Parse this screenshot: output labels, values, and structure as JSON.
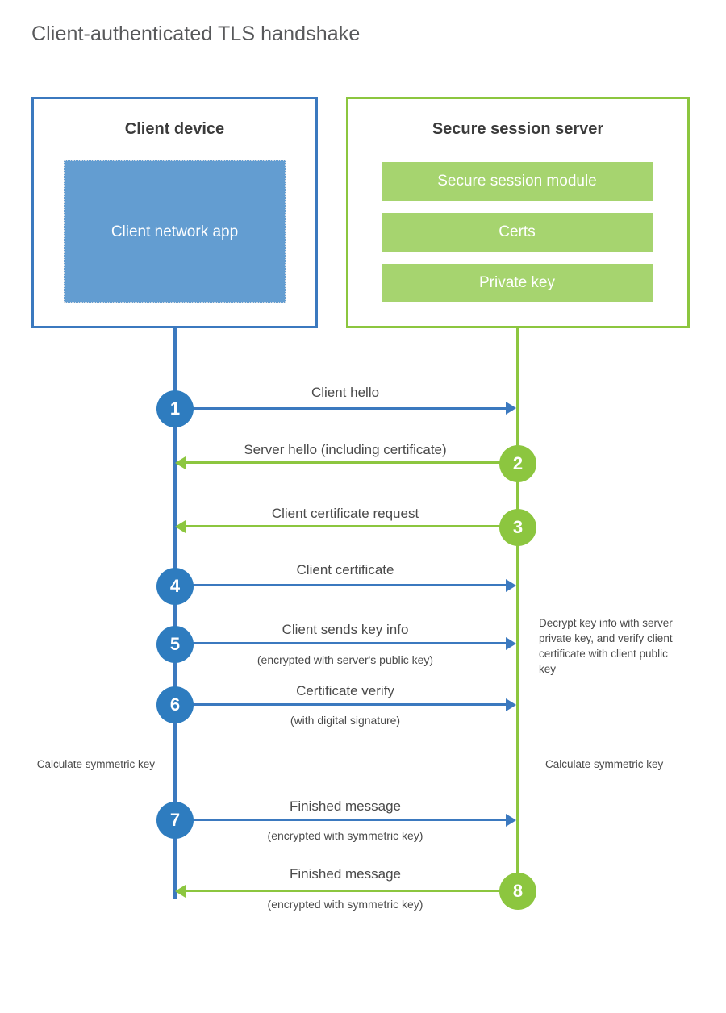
{
  "title": "Client-authenticated TLS handshake",
  "colors": {
    "client_blue": "#3b79bf",
    "client_badge_blue": "#2e7cbf",
    "client_app_fill": "#639dd1",
    "server_green": "#8cc63f",
    "server_bar_fill": "#a6d46f",
    "text": "#4a4a4a",
    "title_text": "#58595b"
  },
  "actors": {
    "client": {
      "title": "Client device",
      "app_label": "Client network app"
    },
    "server": {
      "title": "Secure session server",
      "components": [
        "Secure session module",
        "Certs",
        "Private key"
      ]
    }
  },
  "messages": [
    {
      "step": "1",
      "label": "Client hello",
      "sublabel": "",
      "direction": "client-to-server",
      "color": "blue"
    },
    {
      "step": "2",
      "label": "Server hello (including certificate)",
      "sublabel": "",
      "direction": "server-to-client",
      "color": "green"
    },
    {
      "step": "3",
      "label": "Client certificate request",
      "sublabel": "",
      "direction": "server-to-client",
      "color": "green"
    },
    {
      "step": "4",
      "label": "Client certificate",
      "sublabel": "",
      "direction": "client-to-server",
      "color": "blue"
    },
    {
      "step": "5",
      "label": "Client sends key info",
      "sublabel": "(encrypted with server's public key)",
      "direction": "client-to-server",
      "color": "blue"
    },
    {
      "step": "6",
      "label": "Certificate verify",
      "sublabel": "(with digital signature)",
      "direction": "client-to-server",
      "color": "blue"
    },
    {
      "step": "7",
      "label": "Finished message",
      "sublabel": "(encrypted with symmetric key)",
      "direction": "client-to-server",
      "color": "blue"
    },
    {
      "step": "8",
      "label": "Finished message",
      "sublabel": "(encrypted with symmetric key)",
      "direction": "server-to-client",
      "color": "green"
    }
  ],
  "annotations": {
    "server_decrypt_note": "Decrypt key info with server private key, and verify client certificate with client public key",
    "client_calculate_note": "Calculate symmetric key",
    "server_calculate_note": "Calculate symmetric key"
  }
}
